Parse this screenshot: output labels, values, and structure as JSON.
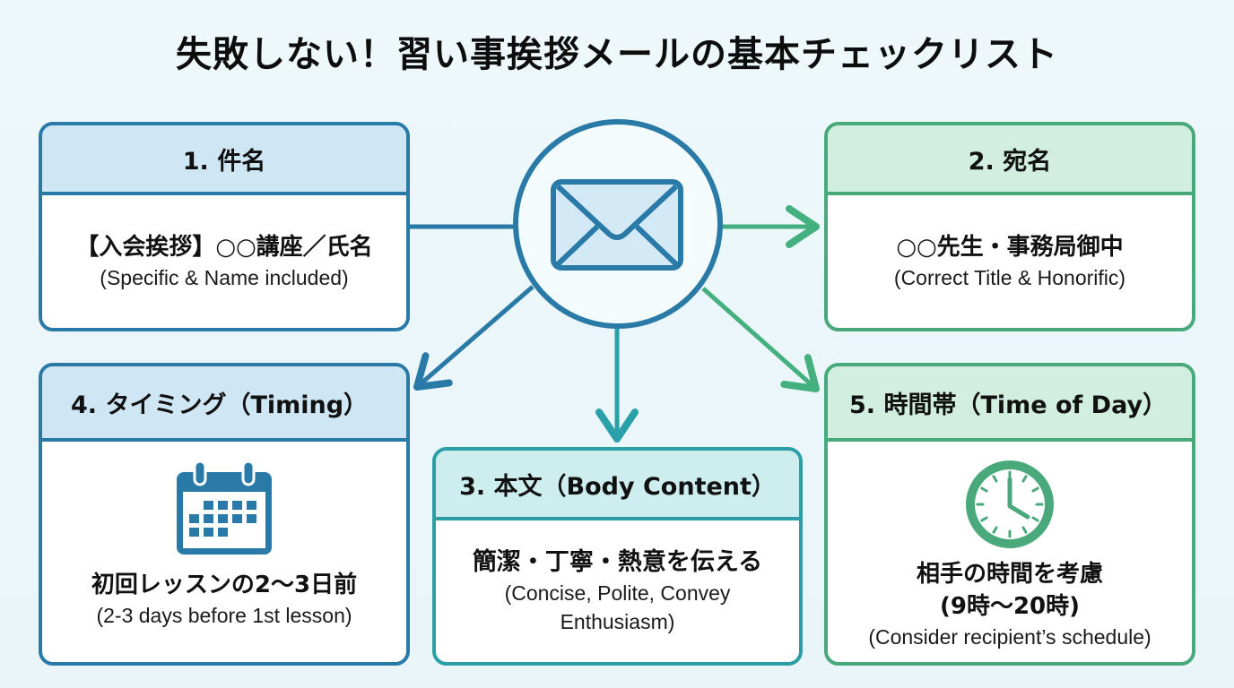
{
  "title": "失敗しない！習い事挨拶メールの基本チェックリスト",
  "hub": {
    "icon": "envelope-icon"
  },
  "colors": {
    "blue": "#2a7aa8",
    "green": "#4aa97b",
    "teal": "#2c9ea6"
  },
  "cards": {
    "subject": {
      "heading": "1. 件名",
      "main": "【入会挨拶】○○講座／氏名",
      "sub": "(Specific & Name included)"
    },
    "addressee": {
      "heading": "2. 宛名",
      "main": "○○先生・事務局御中",
      "sub": "(Correct Title & Honorific)"
    },
    "body": {
      "heading": "3. 本文（Body Content）",
      "main": "簡潔・丁寧・熱意を伝える",
      "sub": "(Concise, Polite, Convey Enthusiasm)"
    },
    "timing": {
      "heading": "4. タイミング（Timing）",
      "icon": "calendar-icon",
      "main": "初回レッスンの2〜3日前",
      "sub": "(2-3 days before 1st lesson)"
    },
    "time_of_day": {
      "heading": "5. 時間帯（Time of Day）",
      "icon": "clock-icon",
      "main": "相手の時間を考慮",
      "main2": "(9時〜20時)",
      "sub": "(Consider recipient’s schedule)"
    }
  }
}
